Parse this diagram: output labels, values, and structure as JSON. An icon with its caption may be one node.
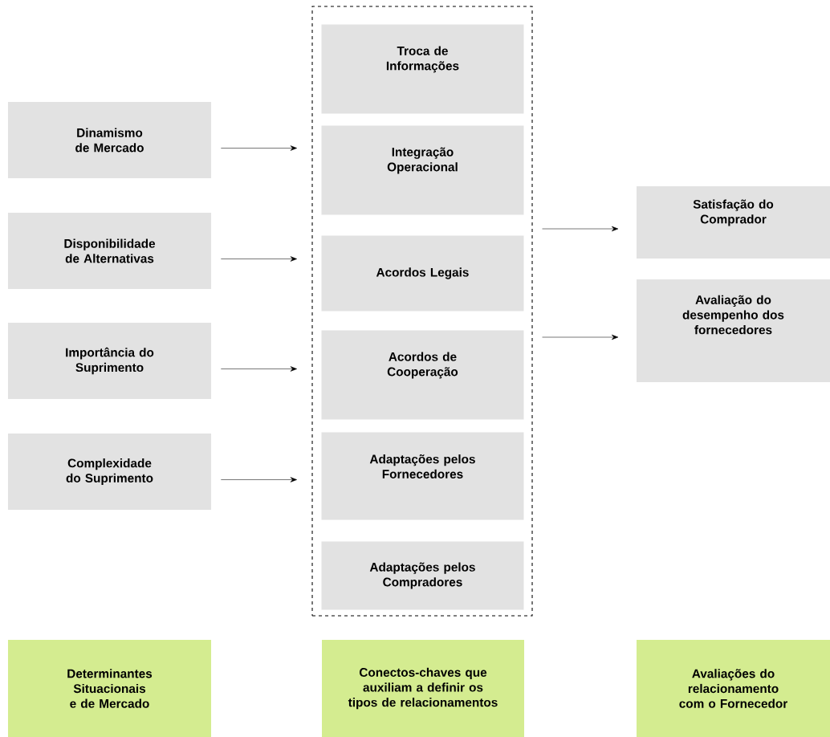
{
  "diagram": {
    "nodes": [
      {
        "text": [
          "Dinamismo de Mercado"
        ]
      },
      {
        "text": [
          "Disponibilidade de Alternativas"
        ]
      },
      {
        "text": [
          "Importância do Suprimento"
        ]
      },
      {
        "text": [
          "Complexidade do Suprimento"
        ]
      },
      {
        "text": [],
        "shape": "box"
      },
      {
        "text": [
          "Troca de Informações"
        ],
        "in": 4
      },
      {
        "text": [
          "Integração Operacional"
        ],
        "in": 4
      },
      {
        "text": [
          "Acordos Legais"
        ],
        "in": 4
      },
      {
        "text": [
          "Acordos de Cooperação"
        ],
        "in": 4
      },
      {
        "text": [
          "Adaptações pelos Fornecedores"
        ],
        "in": 4
      },
      {
        "text": [
          "Adaptações pelos Compradores"
        ],
        "in": 4
      },
      {
        "text": [
          "Satisfação do Comprador"
        ]
      },
      {
        "text": [
          "Avaliação do desempenho dos fornecedores"
        ]
      },
      {
        "text": [
          "Determinantes Situacionais e de Mercado"
        ]
      },
      {
        "text": [
          "Conectos-chaves que auxiliam a definir os tipos de relacionamentos"
        ]
      },
      {
        "text": [
          "Avaliações do relacionamento com o Fornecedor"
        ]
      }
    ],
    "edges": [
      {
        "from": 0,
        "to": 4,
        "arrow": "to"
      },
      {
        "from": 1,
        "to": 4,
        "arrow": "to"
      },
      {
        "from": 2,
        "to": 4,
        "arrow": "to"
      },
      {
        "from": 3,
        "to": 4,
        "arrow": "to"
      },
      {
        "from": 4,
        "to": 11,
        "arrow": "to"
      },
      {
        "from": 4,
        "to": 12,
        "arrow": "to"
      }
    ]
  }
}
